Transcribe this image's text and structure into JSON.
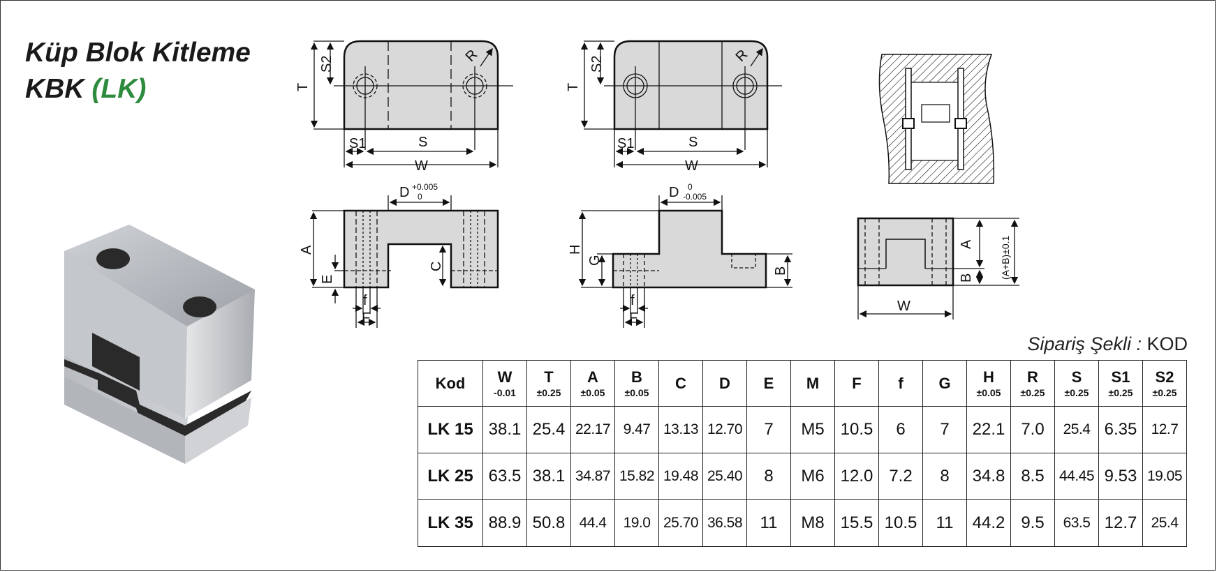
{
  "title": {
    "line1": "Küp Blok Kitleme",
    "line2_prefix": "KBK",
    "line2_accent": "(LK)",
    "accent_color": "#2e8b3e"
  },
  "drawing_labels": {
    "T": "T",
    "S2": "S2",
    "R": "R",
    "S1": "S1",
    "S": "S",
    "W": "W",
    "D_top": "D",
    "D_top_tol_upper": "+0.005",
    "D_top_tol_lower": "0",
    "D_bot": "D",
    "D_bot_tol_upper": "0",
    "D_bot_tol_lower": "-0.005",
    "A": "A",
    "E": "E",
    "C": "C",
    "f": "f",
    "F": "F",
    "H": "H",
    "G": "G",
    "B": "B",
    "AB_tol": "(A+B)±0.1"
  },
  "order": {
    "label": "Sipariş Şekli :",
    "value": "KOD"
  },
  "table": {
    "headers": [
      {
        "name": "Kod",
        "tol": ""
      },
      {
        "name": "W",
        "tol": "-0.01"
      },
      {
        "name": "T",
        "tol": "±0.25"
      },
      {
        "name": "A",
        "tol": "±0.05"
      },
      {
        "name": "B",
        "tol": "±0.05"
      },
      {
        "name": "C",
        "tol": ""
      },
      {
        "name": "D",
        "tol": ""
      },
      {
        "name": "E",
        "tol": ""
      },
      {
        "name": "M",
        "tol": ""
      },
      {
        "name": "F",
        "tol": ""
      },
      {
        "name": "f",
        "tol": ""
      },
      {
        "name": "G",
        "tol": ""
      },
      {
        "name": "H",
        "tol": "±0.05"
      },
      {
        "name": "R",
        "tol": "±0.25"
      },
      {
        "name": "S",
        "tol": "±0.25"
      },
      {
        "name": "S1",
        "tol": "±0.25"
      },
      {
        "name": "S2",
        "tol": "±0.25"
      }
    ],
    "rows": [
      [
        "LK 15",
        "38.1",
        "25.4",
        "22.17",
        "9.47",
        "13.13",
        "12.70",
        "7",
        "M5",
        "10.5",
        "6",
        "7",
        "22.1",
        "7.0",
        "25.4",
        "6.35",
        "12.7"
      ],
      [
        "LK 25",
        "63.5",
        "38.1",
        "34.87",
        "15.82",
        "19.48",
        "25.40",
        "8",
        "M6",
        "12.0",
        "7.2",
        "8",
        "34.8",
        "8.5",
        "44.45",
        "9.53",
        "19.05"
      ],
      [
        "LK 35",
        "88.9",
        "50.8",
        "44.4",
        "19.0",
        "25.70",
        "36.58",
        "11",
        "M8",
        "15.5",
        "10.5",
        "11",
        "44.2",
        "9.5",
        "63.5",
        "12.7",
        "25.4"
      ]
    ]
  }
}
